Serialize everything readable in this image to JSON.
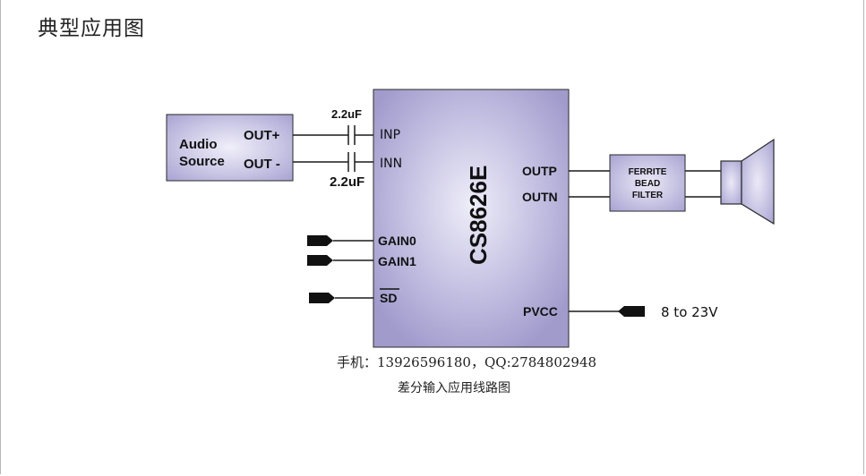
{
  "page": {
    "title": "典型应用图",
    "contact": "手机：13926596180，QQ:2784802948",
    "caption": "差分输入应用线路图"
  },
  "audio_source": {
    "label_line1": "Audio",
    "label_line2": "Source",
    "out_plus": "OUT+",
    "out_minus": "OUT -"
  },
  "capacitors": {
    "top": "2.2uF",
    "bottom": "2.2uF"
  },
  "chip": {
    "name": "CS8626E",
    "pins": {
      "inp": "INP",
      "inn": "INN",
      "gain0": "GAIN0",
      "gain1": "GAIN1",
      "sd": "SD",
      "outp": "OUTP",
      "outn": "OUTN",
      "pvcc": "PVCC"
    }
  },
  "filter": {
    "line1": "FERRITE",
    "line2": "BEAD",
    "line3": "FILTER"
  },
  "supply": {
    "label": "8 to 23V"
  },
  "colors": {
    "chip_fill": "#a8a3d2",
    "chip_highlight": "#ebe9f6",
    "line": "#1a1a1a"
  }
}
